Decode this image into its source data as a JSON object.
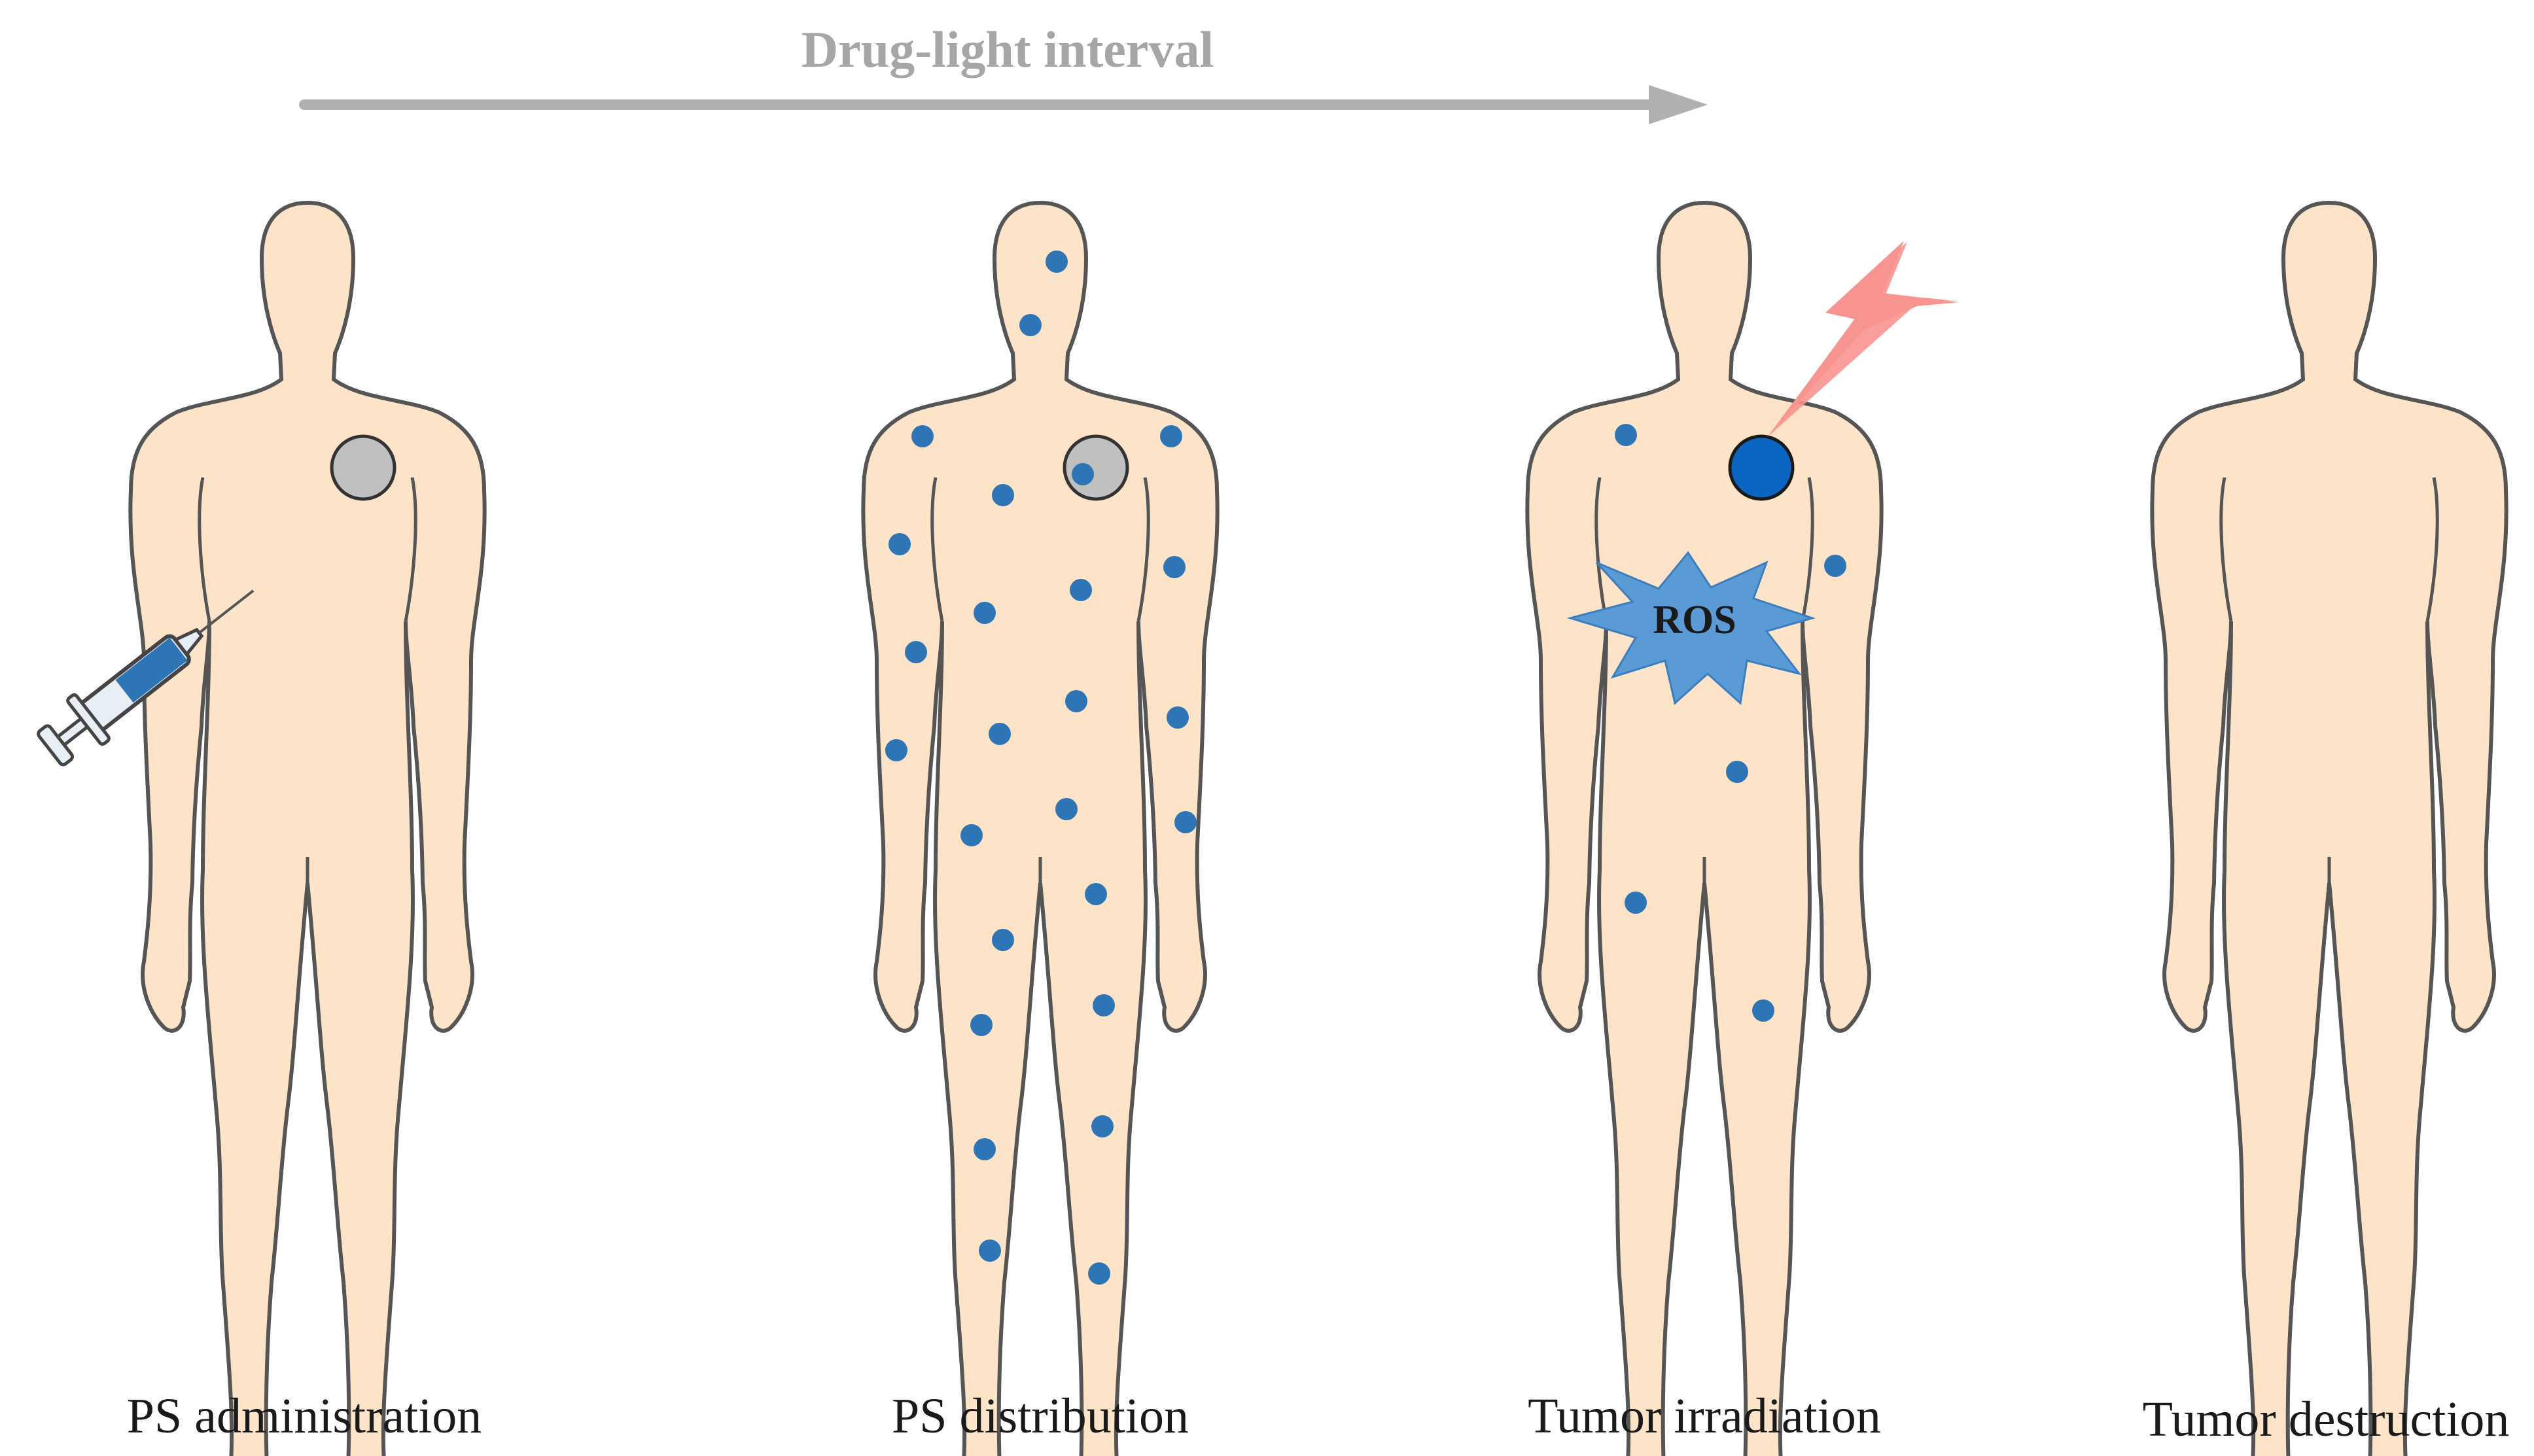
{
  "header": {
    "interval_label": "Drug-light interval"
  },
  "stages": [
    {
      "id": "administration",
      "caption": "PS  administration"
    },
    {
      "id": "distribution",
      "caption": "PS distribution"
    },
    {
      "id": "irradiation",
      "caption": "Tumor irradiation"
    },
    {
      "id": "destruction",
      "caption": "Tumor destruction"
    }
  ],
  "irradiation": {
    "ros_label": "ROS"
  },
  "colors": {
    "skin": "#fde3c8",
    "outline": "#555555",
    "ps_dot": "#2e75b6",
    "tumor_untreated": "#c0c0c0",
    "tumor_activated": "#0b65c2",
    "light": "#f8948f",
    "ros": "#5b9bd5",
    "arrow": "#b0b0b0"
  }
}
